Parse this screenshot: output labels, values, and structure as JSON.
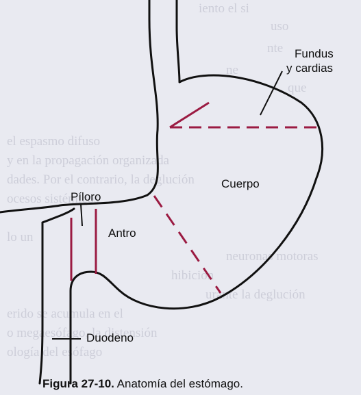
{
  "labels": {
    "fundus_line1": "Fundus",
    "fundus_line2": "y cardias",
    "cuerpo": "Cuerpo",
    "piloro": "Píloro",
    "antro": "Antro",
    "duodeno": "Duodeno"
  },
  "caption": {
    "figure_number": "Figura 27-10.",
    "text": "Anatomía del estómago."
  },
  "colors": {
    "outline": "#111111",
    "region_divider": "#9b1b42",
    "background": "#e9eaf1",
    "faded_text": "#c7c8d4"
  }
}
